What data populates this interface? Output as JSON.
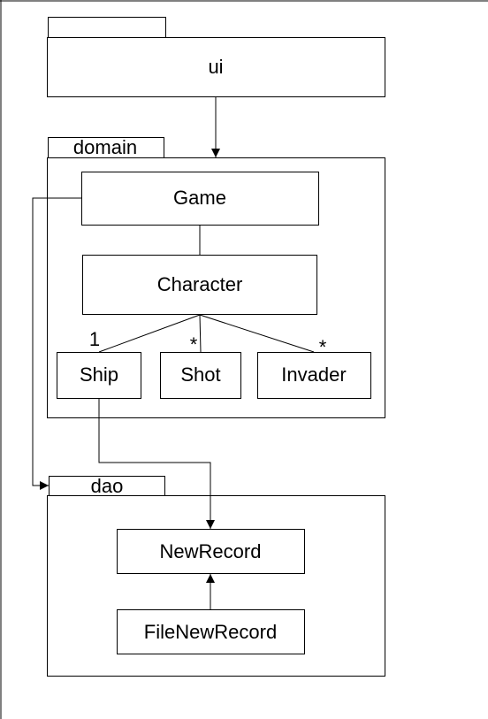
{
  "diagram": {
    "packages": {
      "ui": {
        "name": "ui"
      },
      "domain": {
        "name": "domain"
      },
      "dao": {
        "name": "dao"
      }
    },
    "classes": {
      "game": "Game",
      "character": "Character",
      "ship": "Ship",
      "shot": "Shot",
      "invader": "Invader",
      "new_record": "NewRecord",
      "file_new_record": "FileNewRecord"
    },
    "multiplicities": {
      "ship": "1",
      "shot": "*",
      "invader": "*"
    },
    "colors": {
      "line": "#000000",
      "background": "#ffffff"
    }
  }
}
